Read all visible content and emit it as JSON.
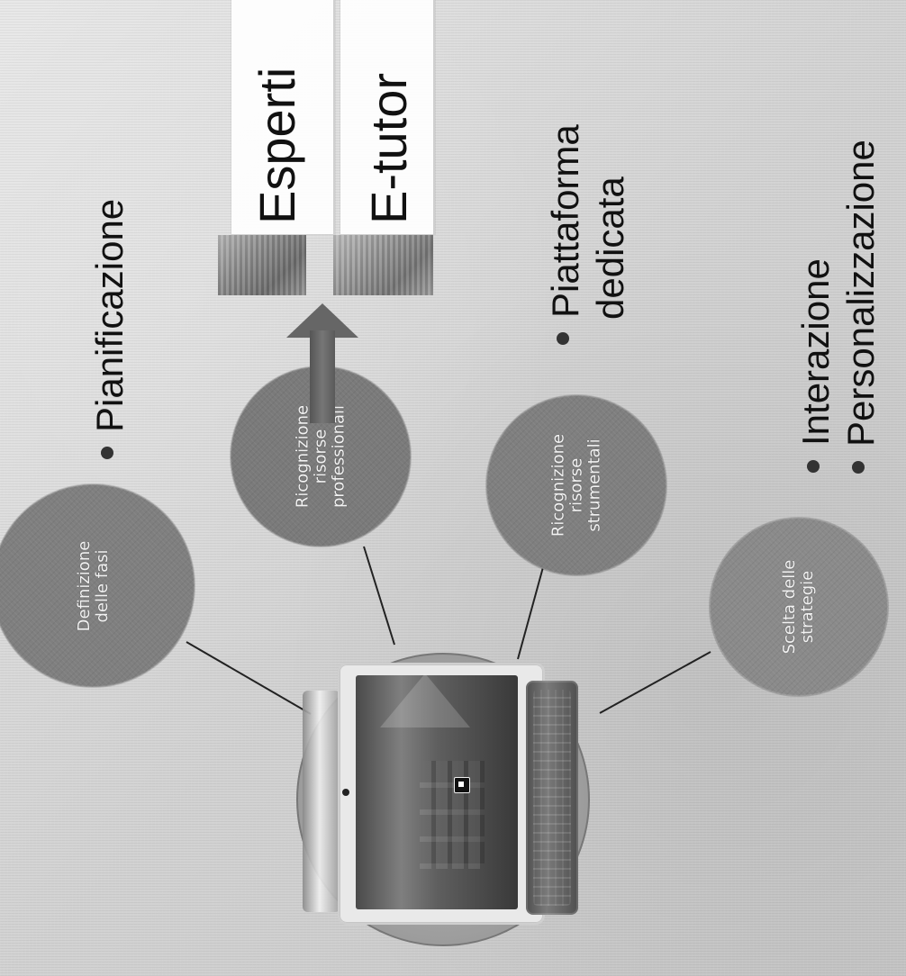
{
  "diagram": {
    "nodes": {
      "phases": {
        "lines": [
          "Definizione",
          "delle fasi"
        ],
        "color": "#7f7f7f"
      },
      "professional_resources": {
        "lines": [
          "Ricognizione",
          "risorse",
          "professionali"
        ],
        "color": "#7a7a7a"
      },
      "instrumental_resources": {
        "lines": [
          "Ricognizione",
          "risorse",
          "strumentali"
        ],
        "color": "#7f7f7f"
      },
      "strategies": {
        "lines": [
          "Scelta delle",
          "strategie"
        ],
        "color": "#8a8a8a"
      }
    },
    "labels": {
      "planning": "Pianificazione",
      "platform": {
        "line1": "Piattaforma",
        "line2": "dedicata"
      },
      "interaction": "Interazione",
      "personalization": "Personalizzazione"
    },
    "resource_cards": {
      "experts": "Esperti",
      "tutor": "E-tutor"
    },
    "icons": {
      "center": "computer-tablet-icon",
      "bullet": "bullet-dot-icon",
      "arrow": "up-arrow-icon",
      "photo": "photo-thumbnail-icon"
    },
    "colors": {
      "background": "#d9d9d9",
      "line": "#222222",
      "text": "#111111",
      "node_text": "#f2f2f2"
    }
  }
}
